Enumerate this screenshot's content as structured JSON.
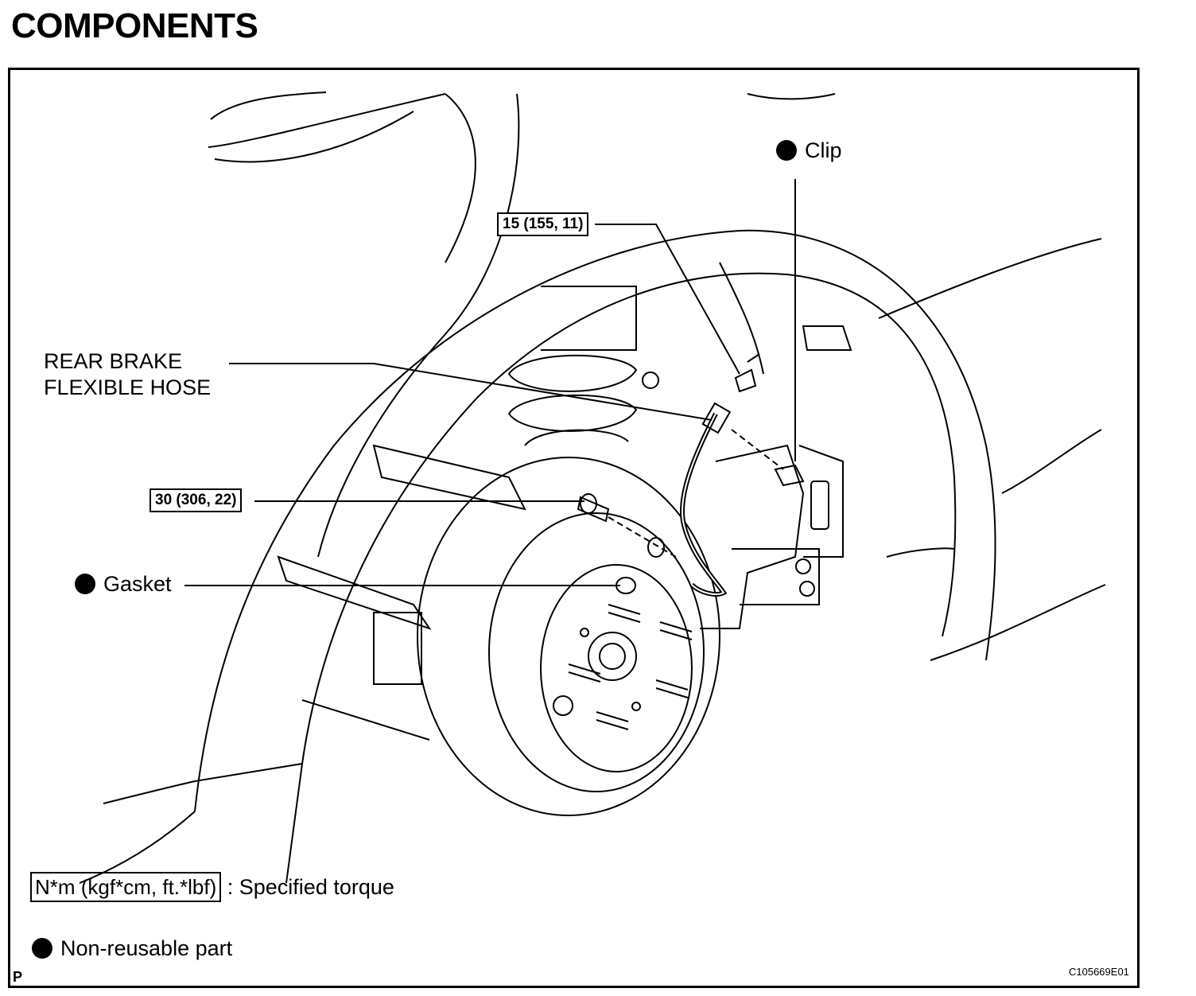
{
  "title": "COMPONENTS",
  "labels": {
    "clip": "Clip",
    "hose_line1": "REAR BRAKE",
    "hose_line2": "FLEXIBLE HOSE",
    "gasket": "Gasket"
  },
  "torques": {
    "upper": "15 (155, 11)",
    "lower": "30 (306, 22)"
  },
  "legend": {
    "torque_units": "N*m (kgf*cm, ft.*lbf)",
    "torque_text": ": Specified torque",
    "nonreusable_text": "Non-reusable part"
  },
  "corner_mark": "P",
  "figure_code": "C105669E01",
  "colors": {
    "line": "#000000",
    "background": "#ffffff"
  }
}
